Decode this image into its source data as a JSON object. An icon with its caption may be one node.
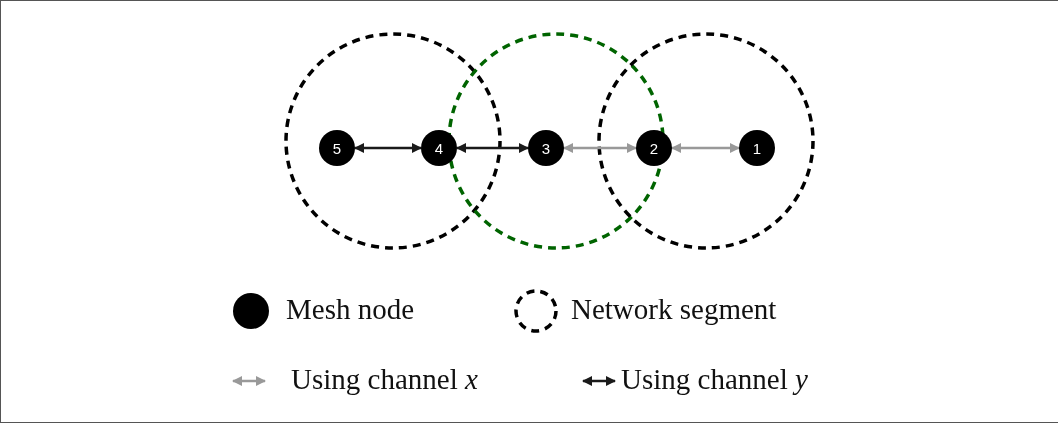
{
  "diagram": {
    "nodes": [
      {
        "text": [
          "5"
        ]
      },
      {
        "text": [
          "4"
        ]
      },
      {
        "text": [
          "3"
        ]
      },
      {
        "text": [
          "2"
        ]
      },
      {
        "text": [
          "1"
        ]
      }
    ],
    "edges": [
      {
        "from": 0,
        "to": 1,
        "arrow": "both",
        "color": "#1a1a1a"
      },
      {
        "from": 1,
        "to": 2,
        "arrow": "both",
        "color": "#1a1a1a"
      },
      {
        "from": 2,
        "to": 3,
        "arrow": "both",
        "color": "#999999"
      },
      {
        "from": 3,
        "to": 4,
        "arrow": "both",
        "color": "#999999"
      }
    ],
    "legend": [
      {
        "text": "Mesh node"
      },
      {
        "text": "Network segment"
      },
      {
        "text": "Using channel *x*"
      },
      {
        "text": "Using channel *y*"
      }
    ]
  }
}
